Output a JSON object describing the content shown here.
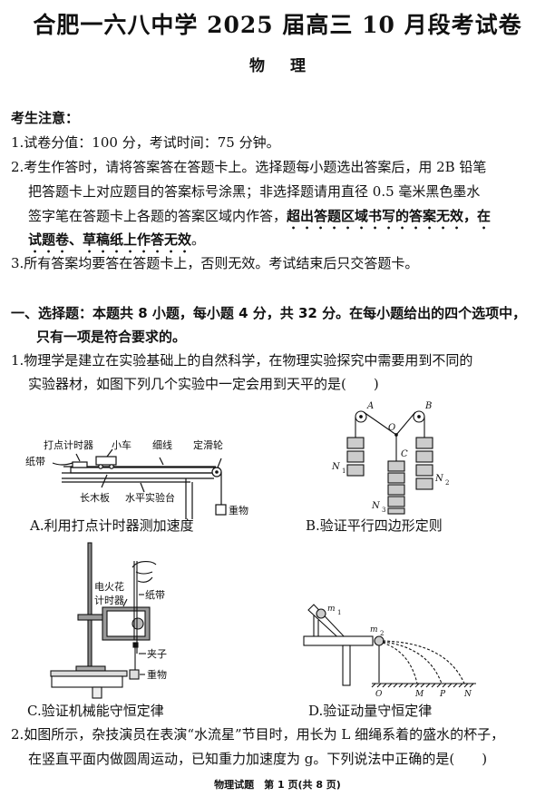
{
  "header": {
    "title": "合肥一六八中学 2025 届高三 10 月段考试卷",
    "subject": "物理"
  },
  "notice": {
    "heading": "考生注意：",
    "item1": "1.试卷分值：100 分，考试时间：75 分钟。",
    "item2_line1": "2.考生作答时，请将答案答在答题卡上。选择题每小题选出答案后，用 2B 铅笔",
    "item2_line2": "把答题卡上对应题目的答案标号涂黑；非选择题请用直径 0.5 毫米黑色墨水",
    "item2_line3_plain": "签字笔在答题卡上各题的答案区域内作答，",
    "item2_line3_bold": "超出答题区域书写的答案无效，在",
    "item2_line4_bold": "试题卷、草稿纸上作答无效",
    "item2_line4_end": "。",
    "item3": "3.所有答案均要答在答题卡上，否则无效。考试结束后只交答题卡。"
  },
  "section1": {
    "line1": "一、选择题：本题共 8 小题，每小题 4 分，共 32 分。在每小题给出的四个选项中，",
    "line2": "只有一项是符合要求的。"
  },
  "q1": {
    "line1": "1.物理学是建立在实验基础上的自然科学，在物理实验探究中需要用到不同的",
    "line2": "实验器材，如图下列几个实验中一定会用到天平的是(　　)",
    "options": {
      "A": {
        "caption": "A.利用打点计时器测加速度",
        "labels": {
          "timer": "打点计时器",
          "cart": "小车",
          "string": "细线",
          "pulley": "定滑轮",
          "tape": "纸带",
          "board": "长木板",
          "table": "水平实验台",
          "weight": "重物"
        }
      },
      "B": {
        "caption": "B.验证平行四边形定则",
        "labels": {
          "A": "A",
          "B": "B",
          "O": "O",
          "C": "C",
          "N1": "N",
          "N1_sub": "1",
          "N2": "N",
          "N2_sub": "2",
          "N3": "N",
          "N3_sub": "3"
        }
      },
      "C": {
        "caption": "C.验证机械能守恒定律",
        "labels": {
          "timer1": "电火花",
          "timer2": "计时器",
          "tape": "纸带",
          "clip": "夹子",
          "weight": "重物"
        }
      },
      "D": {
        "caption": "D.验证动量守恒定律",
        "labels": {
          "m1": "m",
          "m1_sub": "1",
          "m2": "m",
          "m2_sub": "2",
          "O": "O",
          "M": "M",
          "P": "P",
          "N": "N"
        }
      }
    }
  },
  "q2": {
    "line1": "2.如图所示，杂技演员在表演“水流星”节目时，用长为 L 细绳系着的盛水的杯子，",
    "line2": "在竖直平面内做圆周运动，已知重力加速度为 g。下列说法中正确的是(　　)"
  },
  "footer": {
    "text": "物理试题　第 1 页(共 8 页)"
  }
}
